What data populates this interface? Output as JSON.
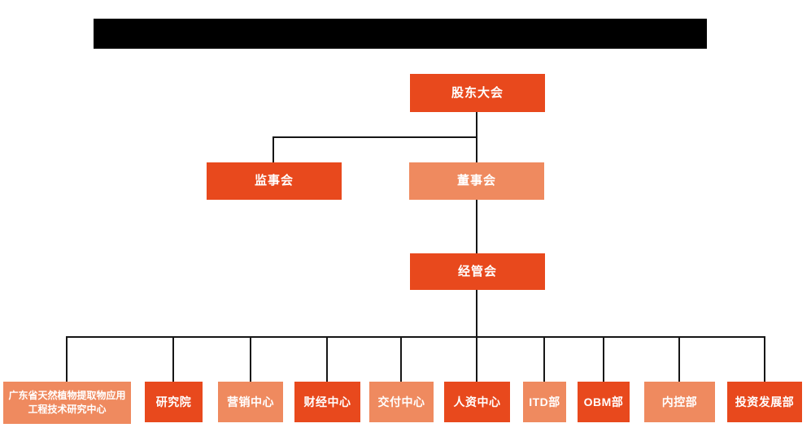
{
  "diagram": {
    "type": "org-chart",
    "background": "#ffffff",
    "title_bar": {
      "redacted": true,
      "color": "#000000"
    },
    "colors": {
      "primary_orange": "#e8491d",
      "light_orange": "#ef8a5f",
      "connector": "#161616",
      "node_text": "#ffffff"
    },
    "nodes": {
      "shareholders_meeting": {
        "label": "股东大会",
        "variant": "primary"
      },
      "supervisory_board": {
        "label": "监事会",
        "variant": "primary"
      },
      "board_of_directors": {
        "label": "董事会",
        "variant": "light"
      },
      "management_committee": {
        "label": "经管会",
        "variant": "primary"
      }
    },
    "departments": [
      {
        "label": "广东省天然植物提取物应用工程技术研究中心",
        "variant": "light"
      },
      {
        "label": "研究院",
        "variant": "primary"
      },
      {
        "label": "营销中心",
        "variant": "light"
      },
      {
        "label": "财经中心",
        "variant": "primary"
      },
      {
        "label": "交付中心",
        "variant": "light"
      },
      {
        "label": "人资中心",
        "variant": "primary"
      },
      {
        "label": "ITD部",
        "variant": "light"
      },
      {
        "label": "OBM部",
        "variant": "primary"
      },
      {
        "label": "内控部",
        "variant": "light"
      },
      {
        "label": "投资发展部",
        "variant": "primary"
      }
    ]
  }
}
